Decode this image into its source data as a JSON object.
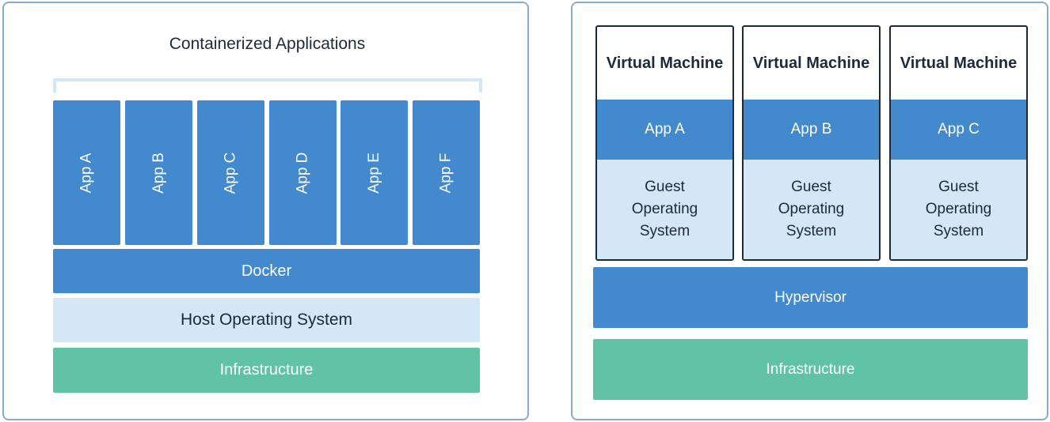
{
  "containers": {
    "title": "Containerized Applications",
    "apps": [
      "App A",
      "App B",
      "App C",
      "App D",
      "App E",
      "App F"
    ],
    "docker_label": "Docker",
    "host_os_label": "Host Operating System",
    "infrastructure_label": "Infrastructure"
  },
  "vms": {
    "machines": [
      {
        "title": "Virtual Machine",
        "app": "App A",
        "guest_os": "Guest Operating System"
      },
      {
        "title": "Virtual Machine",
        "app": "App B",
        "guest_os": "Guest Operating System"
      },
      {
        "title": "Virtual Machine",
        "app": "App C",
        "guest_os": "Guest Operating System"
      }
    ],
    "hypervisor_label": "Hypervisor",
    "infrastructure_label": "Infrastructure"
  },
  "colors": {
    "app_blue": "#4289cd",
    "light_blue": "#d3e7f6",
    "infrastructure_green": "#5fc3a4",
    "panel_border": "#86acd2",
    "text_dark": "#1d2a3a"
  }
}
